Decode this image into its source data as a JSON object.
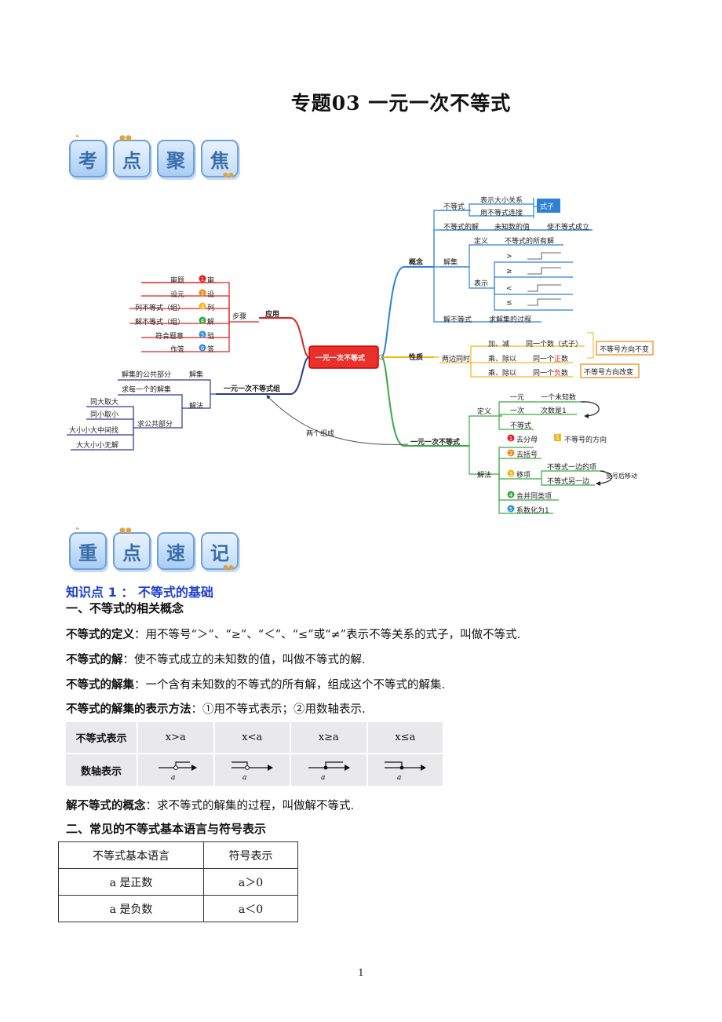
{
  "title": "专题03  一元一次不等式",
  "banner1": [
    "考",
    "点",
    "聚",
    "焦"
  ],
  "banner2": [
    "重",
    "点",
    "速",
    "记"
  ],
  "mindmap": {
    "center": "一元一次不等式",
    "gainian": "概念",
    "budengshi": "不等式",
    "biaoshi_daxiao": "表示大小关系",
    "yong_lianjie": "用不等式连接",
    "shizi": "式子",
    "jie_label": "不等式的解",
    "weizhi": "未知数的值",
    "chengli": "使不等式成立",
    "jieji": "解集",
    "dingyi": "定义",
    "suoyoujie": "不等式的所有解",
    "biaoshi": "表示",
    "signs": [
      ">",
      "≥",
      "<",
      "≤"
    ],
    "jiebudengshi": "解不等式",
    "qiujieji": "求解集的过程",
    "xingzhi": "性质",
    "liangbian": "两边同时",
    "jiajian": "加、减",
    "tongyigeshu": "同一个数（式子）",
    "fangxiang_bubian": "不等号方向不变",
    "chengchu1": "乘、除以",
    "tongyige": "同一个",
    "zheng": "正",
    "shu": "数",
    "chengchu2": "乘、除以",
    "tongyige2": "同一个",
    "fu": "负",
    "shu2": "数",
    "fangxiang_gaibian": "不等号方向改变",
    "yingyong": "应用",
    "buzhou": "步骤",
    "steps": [
      {
        "text": "审题",
        "num": "1",
        "short": "审",
        "color": "#e02020"
      },
      {
        "text": "设元",
        "num": "2",
        "short": "设",
        "color": "#f08a1c"
      },
      {
        "text": "列不等式（组）",
        "num": "3",
        "short": "列",
        "color": "#f2b619"
      },
      {
        "text": "解不等式（组）",
        "num": "4",
        "short": "解",
        "color": "#3aa845"
      },
      {
        "text": "符合题意",
        "num": "5",
        "short": "验",
        "color": "#2f8fd8"
      },
      {
        "text": "作答",
        "num": "6",
        "short": "答",
        "color": "#2f8fd8"
      }
    ],
    "zu": "一元一次不等式组",
    "zu_jieji": "解集",
    "gonggong": "解集的公共部分",
    "zu_jiefa": "解法",
    "qiumeige": "求每一个的解集",
    "qiugonggong": "求公共部分",
    "rules": [
      "同大取大",
      "同小取小",
      "大小小大中间找",
      "大大小小无解"
    ],
    "lianggezucheng": "两个组成",
    "yiyuan_title": "一元一次不等式",
    "dy": "定义",
    "yiyuan": "一元",
    "yigeweizhi": "一个未知数",
    "yici": "一次",
    "cishushi1": "次数是1",
    "budengshi2": "不等式",
    "jiefa": "解法",
    "m_steps": [
      {
        "num": "1",
        "text": "去分母",
        "color": "#e02020"
      },
      {
        "num": "2",
        "text": "去括号",
        "color": "#f08a1c"
      },
      {
        "num": "3",
        "text": "移项",
        "color": "#f2b619"
      },
      {
        "num": "4",
        "text": "合并同类项",
        "color": "#3aa845"
      },
      {
        "num": "5",
        "text": "系数化为1",
        "color": "#2f8fd8"
      }
    ],
    "note_num": "1",
    "note_fangxiang": "不等号的方向",
    "yibian": "不等式一边的项",
    "lingyibian": "不等式另一边",
    "bianhaoyidong": "变号后移动"
  },
  "kp1_heading": "知识点  1  ：  不等式的基础",
  "sub1": "一、不等式的相关概念",
  "def_label": "不等式的定义",
  "def_text": "：用不等号“＞”、“≥”、“＜”、“≤”或“≠”表示不等关系的式子，叫做不等式.",
  "sol_label": "不等式的解",
  "sol_text": "：使不等式成立的未知数的值，叫做不等式的解.",
  "set_label": "不等式的解集",
  "set_text": "：一个含有未知数的不等式的所有解，组成这个不等式的解集.",
  "rep_label": "不等式的解集的表示方法",
  "rep_text": "：①用不等式表示；②用数轴表示.",
  "rep_table": {
    "row1_head": "不等式表示",
    "row2_head": "数轴表示",
    "cols": [
      "x>a",
      "x<a",
      "x≥a",
      "x≤a"
    ],
    "axis_label": "a"
  },
  "solve_label": "解不等式的概念",
  "solve_text": "：求不等式的解集的过程，叫做解不等式.",
  "sub2": "二、常见的不等式基本语言与符号表示",
  "sym_table": {
    "headers": [
      "不等式基本语言",
      "符号表示"
    ],
    "rows": [
      [
        "a 是正数",
        "a＞0"
      ],
      [
        "a 是负数",
        "a＜0"
      ]
    ]
  },
  "page_number": "1"
}
